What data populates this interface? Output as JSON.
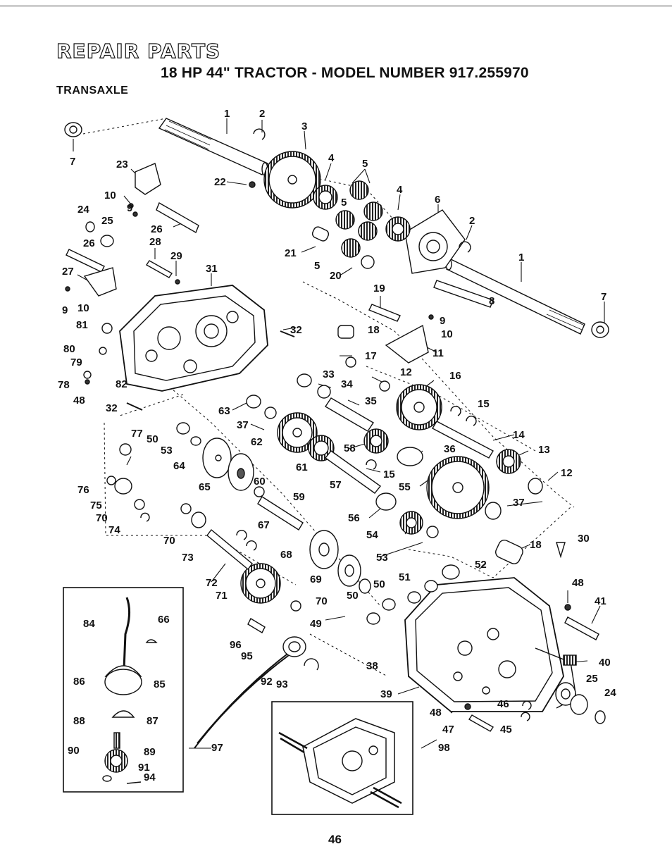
{
  "header": {
    "title": "REPAIR PARTS",
    "subtitle": "18 HP 44\" TRACTOR - MODEL NUMBER 917.255970",
    "section": "TRANSAXLE"
  },
  "labels": [
    {
      "id": "p1a",
      "text": "1"
    },
    {
      "id": "p2a",
      "text": "2"
    },
    {
      "id": "p3",
      "text": "3"
    },
    {
      "id": "p4a",
      "text": "4"
    },
    {
      "id": "p5a",
      "text": "5"
    },
    {
      "id": "p4b",
      "text": "4"
    },
    {
      "id": "p6",
      "text": "6"
    },
    {
      "id": "p2b",
      "text": "2"
    },
    {
      "id": "p1b",
      "text": "1"
    },
    {
      "id": "p7a",
      "text": "7"
    },
    {
      "id": "p7b",
      "text": "7"
    },
    {
      "id": "p23",
      "text": "23"
    },
    {
      "id": "p22",
      "text": "22"
    },
    {
      "id": "p10a",
      "text": "10"
    },
    {
      "id": "p9a",
      "text": "9"
    },
    {
      "id": "p24a",
      "text": "24"
    },
    {
      "id": "p25a",
      "text": "25"
    },
    {
      "id": "p26a",
      "text": "26"
    },
    {
      "id": "p26b",
      "text": "26"
    },
    {
      "id": "p28",
      "text": "28"
    },
    {
      "id": "p29",
      "text": "29"
    },
    {
      "id": "p21",
      "text": "21"
    },
    {
      "id": "p5b",
      "text": "5"
    },
    {
      "id": "p5c",
      "text": "5"
    },
    {
      "id": "p20",
      "text": "20"
    },
    {
      "id": "p31",
      "text": "31"
    },
    {
      "id": "p27",
      "text": "27"
    },
    {
      "id": "p9b",
      "text": "9"
    },
    {
      "id": "p10b",
      "text": "10"
    },
    {
      "id": "p8",
      "text": "8"
    },
    {
      "id": "p19",
      "text": "19"
    },
    {
      "id": "p9c",
      "text": "9"
    },
    {
      "id": "p10c",
      "text": "10"
    },
    {
      "id": "p81",
      "text": "81"
    },
    {
      "id": "p32a",
      "text": "32"
    },
    {
      "id": "p18a",
      "text": "18"
    },
    {
      "id": "p11",
      "text": "11"
    },
    {
      "id": "p80",
      "text": "80"
    },
    {
      "id": "p79",
      "text": "79"
    },
    {
      "id": "p17",
      "text": "17"
    },
    {
      "id": "p78",
      "text": "78"
    },
    {
      "id": "p82",
      "text": "82"
    },
    {
      "id": "p33",
      "text": "33"
    },
    {
      "id": "p12a",
      "text": "12"
    },
    {
      "id": "p16",
      "text": "16"
    },
    {
      "id": "p48a",
      "text": "48"
    },
    {
      "id": "p34",
      "text": "34"
    },
    {
      "id": "p32b",
      "text": "32"
    },
    {
      "id": "p63",
      "text": "63"
    },
    {
      "id": "p35",
      "text": "35"
    },
    {
      "id": "p15a",
      "text": "15"
    },
    {
      "id": "p37a",
      "text": "37"
    },
    {
      "id": "p77",
      "text": "77"
    },
    {
      "id": "p50a",
      "text": "50"
    },
    {
      "id": "p14",
      "text": "14"
    },
    {
      "id": "p53a",
      "text": "53"
    },
    {
      "id": "p62",
      "text": "62"
    },
    {
      "id": "p58",
      "text": "58"
    },
    {
      "id": "p36",
      "text": "36"
    },
    {
      "id": "p13",
      "text": "13"
    },
    {
      "id": "p64",
      "text": "64"
    },
    {
      "id": "p61",
      "text": "61"
    },
    {
      "id": "p15b",
      "text": "15"
    },
    {
      "id": "p12b",
      "text": "12"
    },
    {
      "id": "p65",
      "text": "65"
    },
    {
      "id": "p60",
      "text": "60"
    },
    {
      "id": "p57",
      "text": "57"
    },
    {
      "id": "p55",
      "text": "55"
    },
    {
      "id": "p76",
      "text": "76"
    },
    {
      "id": "p75",
      "text": "75"
    },
    {
      "id": "p59",
      "text": "59"
    },
    {
      "id": "p37b",
      "text": "37"
    },
    {
      "id": "p70a",
      "text": "70"
    },
    {
      "id": "p74",
      "text": "74"
    },
    {
      "id": "p67",
      "text": "67"
    },
    {
      "id": "p56",
      "text": "56"
    },
    {
      "id": "p70b",
      "text": "70"
    },
    {
      "id": "p54",
      "text": "54"
    },
    {
      "id": "p73",
      "text": "73"
    },
    {
      "id": "p30",
      "text": "30"
    },
    {
      "id": "p18b",
      "text": "18"
    },
    {
      "id": "p68",
      "text": "68"
    },
    {
      "id": "p53b",
      "text": "53"
    },
    {
      "id": "p52",
      "text": "52"
    },
    {
      "id": "p72",
      "text": "72"
    },
    {
      "id": "p69",
      "text": "69"
    },
    {
      "id": "p51",
      "text": "51"
    },
    {
      "id": "p48b",
      "text": "48"
    },
    {
      "id": "p50b",
      "text": "50"
    },
    {
      "id": "p71",
      "text": "71"
    },
    {
      "id": "p70c",
      "text": "70"
    },
    {
      "id": "p50c",
      "text": "50"
    },
    {
      "id": "p41",
      "text": "41"
    },
    {
      "id": "p84",
      "text": "84"
    },
    {
      "id": "p66",
      "text": "66"
    },
    {
      "id": "p49",
      "text": "49"
    },
    {
      "id": "p96",
      "text": "96"
    },
    {
      "id": "p95",
      "text": "95"
    },
    {
      "id": "p38",
      "text": "38"
    },
    {
      "id": "p40",
      "text": "40"
    },
    {
      "id": "p86",
      "text": "86"
    },
    {
      "id": "p85",
      "text": "85"
    },
    {
      "id": "p92",
      "text": "92"
    },
    {
      "id": "p93",
      "text": "93"
    },
    {
      "id": "p25b",
      "text": "25"
    },
    {
      "id": "p39",
      "text": "39"
    },
    {
      "id": "p24b",
      "text": "24"
    },
    {
      "id": "p87",
      "text": "87"
    },
    {
      "id": "p48c",
      "text": "48"
    },
    {
      "id": "p46",
      "text": "46"
    },
    {
      "id": "p88",
      "text": "88"
    },
    {
      "id": "p47",
      "text": "47"
    },
    {
      "id": "p45",
      "text": "45"
    },
    {
      "id": "p97",
      "text": "97"
    },
    {
      "id": "p90",
      "text": "90"
    },
    {
      "id": "p89",
      "text": "89"
    },
    {
      "id": "p98",
      "text": "98"
    },
    {
      "id": "p91",
      "text": "91"
    },
    {
      "id": "p94",
      "text": "94"
    }
  ],
  "footer": {
    "page_number": "46"
  }
}
